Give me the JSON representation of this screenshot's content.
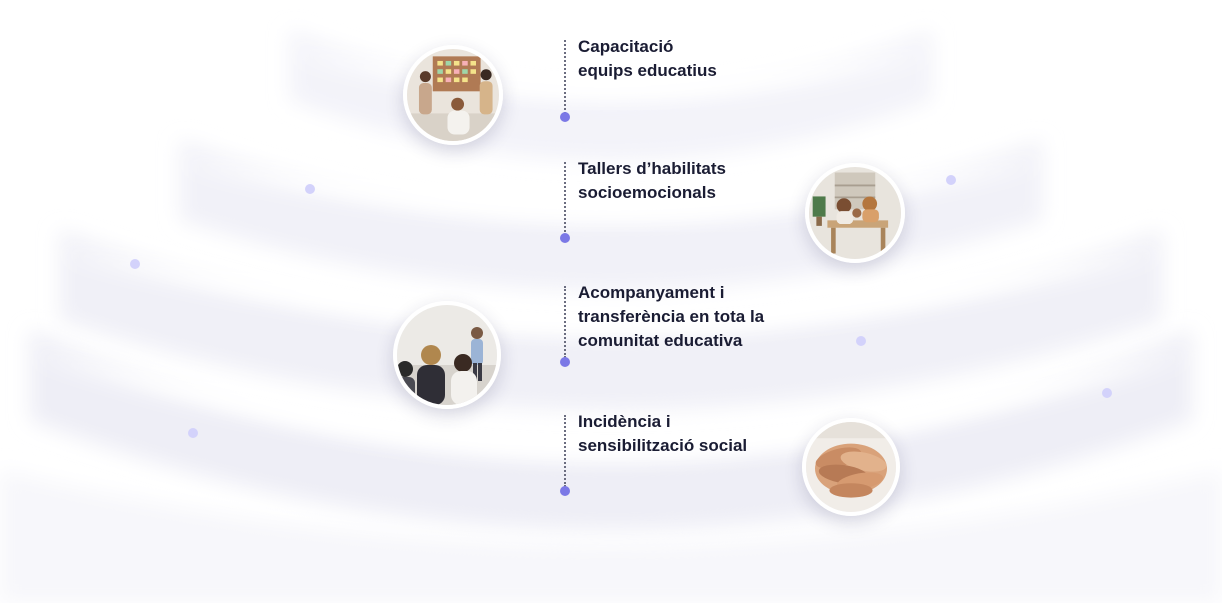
{
  "steps": [
    {
      "label_lines": [
        "Capacitació",
        "equips educatius"
      ],
      "photo": "team-meeting-photo"
    },
    {
      "label_lines": [
        "Tallers d’habilitats",
        "socioemocionals"
      ],
      "photo": "workshop-photo"
    },
    {
      "label_lines": [
        "Acompanyament i",
        "transferència en tota la",
        "comunitat educativa"
      ],
      "photo": "classroom-photo"
    },
    {
      "label_lines": [
        "Incidència i",
        "sensibilització social"
      ],
      "photo": "stacked-hands-photo"
    }
  ],
  "colors": {
    "marker": "#7b78e6",
    "decorative_dot": "#d3d2fb",
    "label_text": "#1a1c33",
    "arc_band": "#eeeef6"
  }
}
